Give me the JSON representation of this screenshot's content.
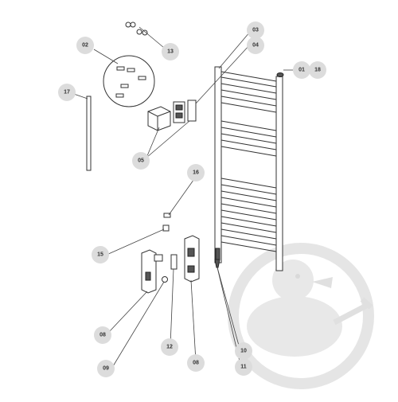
{
  "callouts": {
    "c01": "01",
    "c02": "02",
    "c03": "03",
    "c04": "04",
    "c05": "05",
    "c08a": "08",
    "c08b": "08",
    "c09": "09",
    "c10": "10",
    "c11": "11",
    "c12": "12",
    "c13": "13",
    "c15": "15",
    "c16": "16",
    "c17": "17",
    "c18": "18"
  },
  "colors": {
    "callout_fill": "#dcdcdc",
    "line": "#333333",
    "watermark": "#d8d8d8"
  },
  "watermark_icon": "duck-with-wrench-logo"
}
